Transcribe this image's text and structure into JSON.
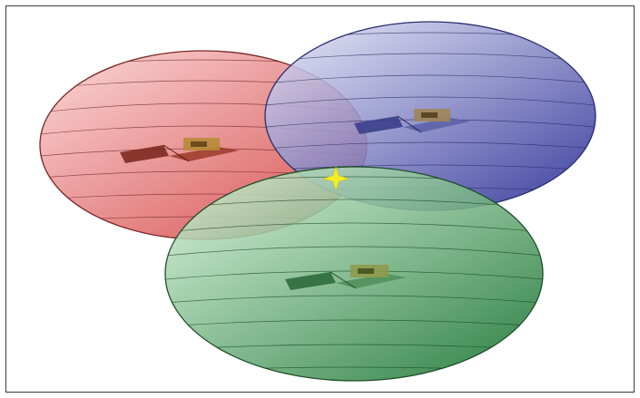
{
  "figure": {
    "frame_color": "#3a3a3a",
    "background": "#ffffff"
  },
  "coverage_zones": [
    {
      "id": "red",
      "fill_light": "#f7b9b9",
      "fill_dark": "#d63a3a",
      "stroke": "#7a2424",
      "satellite_tint": "#a23b2a",
      "icon": "satellite-icon"
    },
    {
      "id": "blue",
      "fill_light": "#d4d6f0",
      "fill_dark": "#2b2f95",
      "stroke": "#2a2d6e",
      "satellite_tint": "#3a3f8a",
      "icon": "satellite-icon"
    },
    {
      "id": "green",
      "fill_light": "#c5ecc6",
      "fill_dark": "#1b7a34",
      "stroke": "#1f4d2a",
      "satellite_tint": "#2d6b3b",
      "icon": "satellite-icon"
    }
  ],
  "intersection_marker": {
    "color": "#f2ee2a",
    "icon": "four-point-star-icon"
  }
}
